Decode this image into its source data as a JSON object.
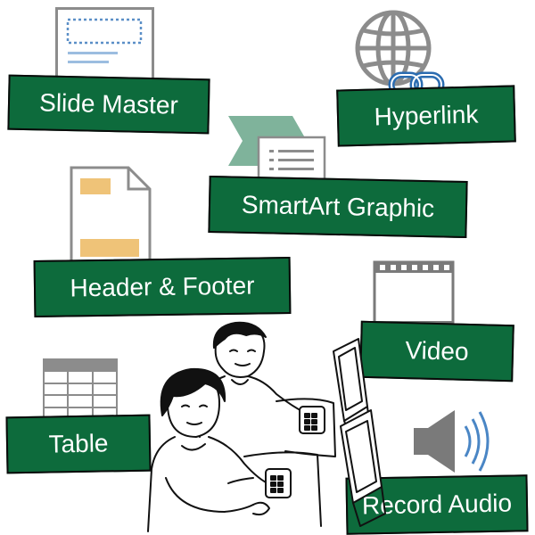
{
  "labels": {
    "slide_master": "Slide Master",
    "hyperlink": "Hyperlink",
    "smartart_graphic": "SmartArt Graphic",
    "header_footer": "Header & Footer",
    "video": "Video",
    "table": "Table",
    "record_audio": "Record Audio"
  },
  "colors": {
    "label_fill": "#0d6b3c",
    "label_border": "#0a0a0a",
    "label_text": "#ffffff",
    "icon_gray": "#8c8c8c",
    "smartart_chevron": "#7fb39b",
    "dotted_blue": "#5b8fc7",
    "chain_blue": "#2b6cb0",
    "highlight_orange": "#efc378",
    "speaker_gray": "#7a7a7a",
    "wave_blue": "#4a86c5"
  },
  "icons": {
    "slide_master": "slide-layout-icon",
    "hyperlink": "globe-chain-link-icon",
    "smartart": "smartart-chevron-icon",
    "header_footer": "document-header-footer-icon",
    "video": "film-strip-icon",
    "table": "table-grid-icon",
    "record_audio": "speaker-sound-icon",
    "illustration": "people-at-computers-illustration"
  }
}
